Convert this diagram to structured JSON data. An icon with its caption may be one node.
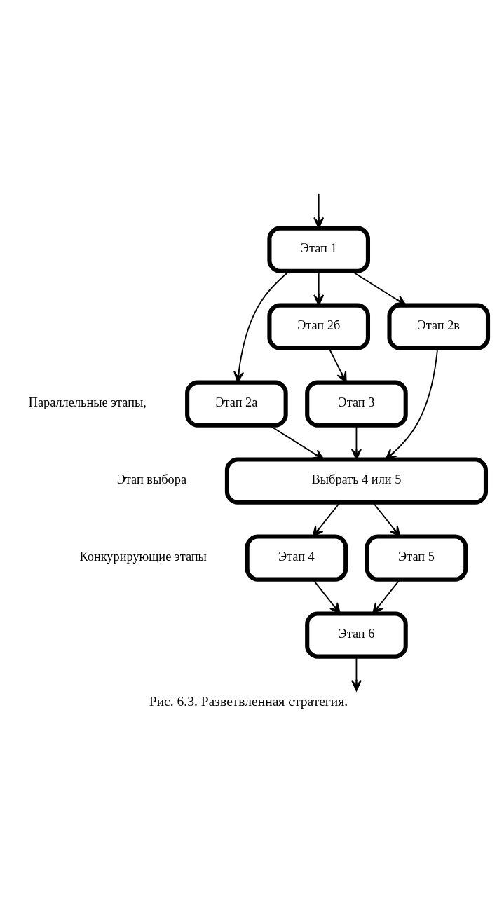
{
  "diagram": {
    "caption": "Рис. 6.3. Разветвленная стратегия.",
    "nodes": [
      {
        "text": [
          "Этап 1"
        ]
      },
      {
        "text": [
          "Этап 2а"
        ]
      },
      {
        "text": [
          "Этап 2б"
        ]
      },
      {
        "text": [
          "Этап 2в"
        ]
      },
      {
        "text": [
          "Этап 3"
        ]
      },
      {
        "text": [
          "Выбрать 4 или 5"
        ]
      },
      {
        "text": [
          "Этап 4"
        ]
      },
      {
        "text": [
          "Этап 5"
        ]
      },
      {
        "text": [
          "Этап 6"
        ]
      }
    ],
    "edges": [
      {
        "from": null,
        "to": 0,
        "arrow": "to"
      },
      {
        "from": 0,
        "to": 1,
        "arrow": "to"
      },
      {
        "from": 0,
        "to": 2,
        "arrow": "to"
      },
      {
        "from": 0,
        "to": 3,
        "arrow": "to"
      },
      {
        "from": 2,
        "to": 4,
        "arrow": "to"
      },
      {
        "from": 1,
        "to": 5,
        "arrow": "to"
      },
      {
        "from": 4,
        "to": 5,
        "arrow": "to"
      },
      {
        "from": 3,
        "to": 5,
        "arrow": "to"
      },
      {
        "from": 5,
        "to": 6,
        "arrow": "to"
      },
      {
        "from": 5,
        "to": 7,
        "arrow": "to"
      },
      {
        "from": 6,
        "to": 8,
        "arrow": "to"
      },
      {
        "from": 7,
        "to": 8,
        "arrow": "to"
      },
      {
        "from": 8,
        "to": null,
        "arrow": "to"
      }
    ],
    "labels": [
      "Параллельные этапы,",
      "Этап выбора",
      "Конкурирующие этапы"
    ]
  }
}
